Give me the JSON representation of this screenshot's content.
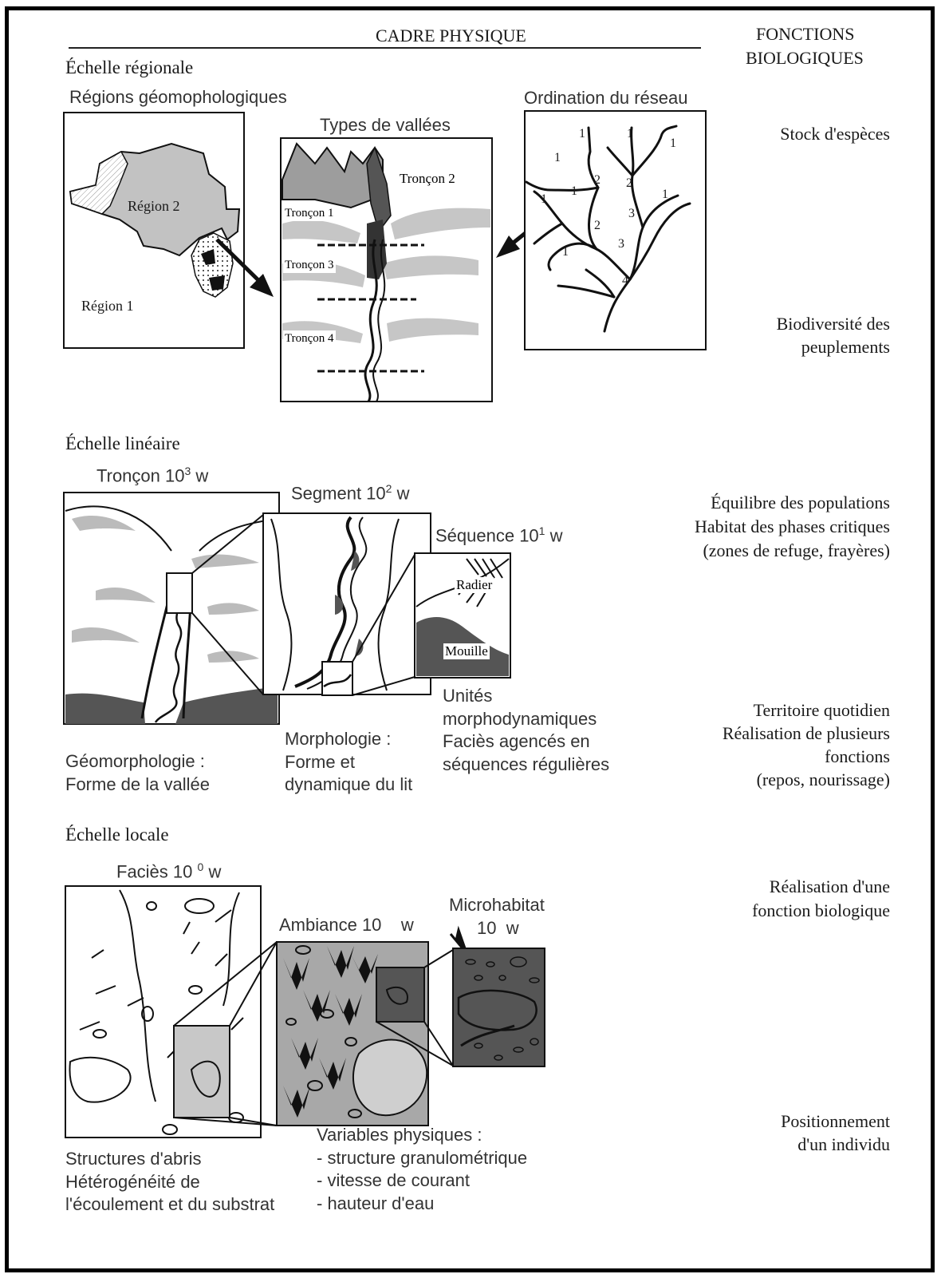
{
  "header": {
    "physical": "CADRE PHYSIQUE",
    "bio_line1": "FONCTIONS",
    "bio_line2": "BIOLOGIQUES"
  },
  "regional": {
    "title": "Échelle régionale",
    "regions_title": "Régions géomophologiques",
    "region1": "Région 1",
    "region2": "Région 2",
    "valleys_title": "Types de vallées",
    "troncon1": "Tronçon 1",
    "troncon2": "Tronçon 2",
    "troncon3": "Tronçon 3",
    "troncon4": "Tronçon 4",
    "network_title": "Ordination du réseau",
    "orders": [
      "1",
      "1",
      "1",
      "1",
      "1",
      "1",
      "1",
      "1",
      "2",
      "2",
      "2",
      "3",
      "3",
      "4"
    ],
    "bio1": "Stock d'espèces",
    "bio2_line1": "Biodiversité des",
    "bio2_line2": "peuplements"
  },
  "linear": {
    "title": "Échelle linéaire",
    "troncon_title": "Tronçon 10",
    "troncon_exp": "3",
    "segment_title": "Segment 10",
    "segment_exp": "2",
    "sequence_title": "Séquence 10",
    "sequence_exp": "1",
    "unit_w": "w",
    "radier": "Radier",
    "mouille": "Mouille",
    "geo_line1": "Géomorphologie :",
    "geo_line2": "Forme de la vallée",
    "morph_line1": "Morphologie :",
    "morph_line2": "Forme et",
    "morph_line3": "dynamique du lit",
    "units_line1": "Unités",
    "units_line2": "morphodynamiques",
    "units_line3": "Faciès agencés en",
    "units_line4": "séquences régulières",
    "bio1_line1": "Équilibre des populations",
    "bio1_line2": "Habitat des phases critiques",
    "bio1_line3": "(zones de refuge, frayères)",
    "bio2_line1": "Territoire quotidien",
    "bio2_line2": "Réalisation de plusieurs",
    "bio2_line3": "fonctions",
    "bio2_line4": "(repos, nourissage)"
  },
  "local": {
    "title": "Échelle locale",
    "facies_title": "Faciès 10",
    "facies_exp": "0",
    "ambiance_title": "Ambiance 10",
    "micro_line1": "Microhabitat",
    "micro_line2": "10",
    "unit_w": "w",
    "struct_line1": "Structures d'abris",
    "struct_line2": "Hétérogénéité de",
    "struct_line3": "l'écoulement et du substrat",
    "vars_title": "Variables physiques :",
    "var1": "- structure granulométrique",
    "var2": "- vitesse de courant",
    "var3": "- hauteur d'eau",
    "bio1_line1": "Réalisation d'une",
    "bio1_line2": "fonction biologique",
    "bio2_line1": "Positionnement",
    "bio2_line2": "d'un individu"
  },
  "colors": {
    "light_gray": "#bfbfbf",
    "mid_gray": "#9a9a9a",
    "dark_gray": "#4a4a4a",
    "ink": "#111111"
  }
}
